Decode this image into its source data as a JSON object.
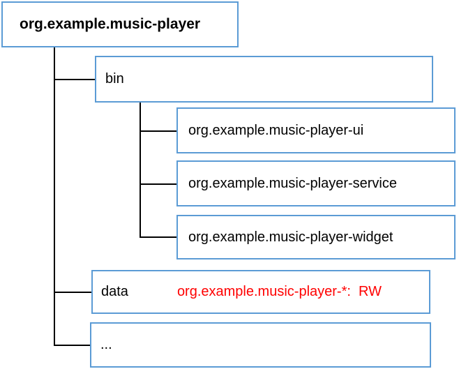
{
  "diagram": {
    "root": {
      "label": "org.example.music-player"
    },
    "nodes": {
      "bin": {
        "label": "bin"
      },
      "ui": {
        "label": "org.example.music-player-ui"
      },
      "service": {
        "label": "org.example.music-player-service"
      },
      "widget": {
        "label": "org.example.music-player-widget"
      },
      "data": {
        "label": "data",
        "annotation": "org.example.music-player-*:  RW"
      },
      "ellipsis": {
        "label": "..."
      }
    },
    "colors": {
      "box_border": "#5B9BD5",
      "connector_line": "#000000",
      "text": "#000000",
      "annotation_text": "#FF0000"
    }
  }
}
